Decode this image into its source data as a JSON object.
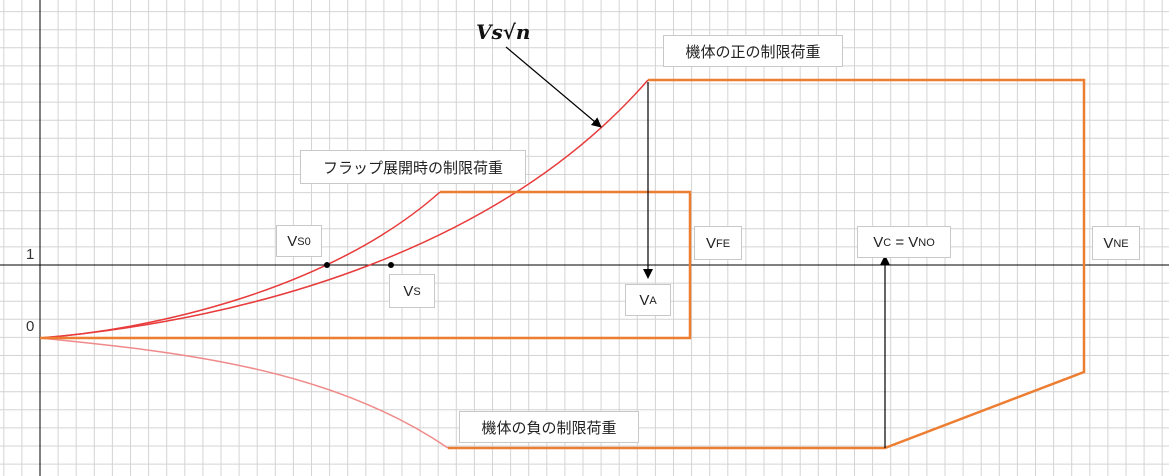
{
  "colors": {
    "grid": "#d4d4d4",
    "axis": "#000000",
    "envelope": "#ed7d31",
    "stall_curve": "#e83b3b",
    "negative_curve": "#f08a8a",
    "arrow": "#000000"
  },
  "labels": {
    "formula": "Vs√n",
    "positive_limit": "機体の正の制限荷重",
    "flap_limit": "フラップ展開時の制限荷重",
    "negative_limit": "機体の負の制限荷重",
    "vs0": {
      "main": "V",
      "sub": "S0"
    },
    "vs": {
      "main": "V",
      "sub": "S"
    },
    "va": {
      "main": "V",
      "sub": "A"
    },
    "vfe": {
      "main": "V",
      "sub": "FE"
    },
    "vc": {
      "main": "V",
      "sub": "C",
      "eq": " = ",
      "main2": "V",
      "sub2": "NO"
    },
    "vne": {
      "main": "V",
      "sub": "NE"
    }
  },
  "axis_ticks": {
    "one": "1",
    "zero": "0"
  }
}
